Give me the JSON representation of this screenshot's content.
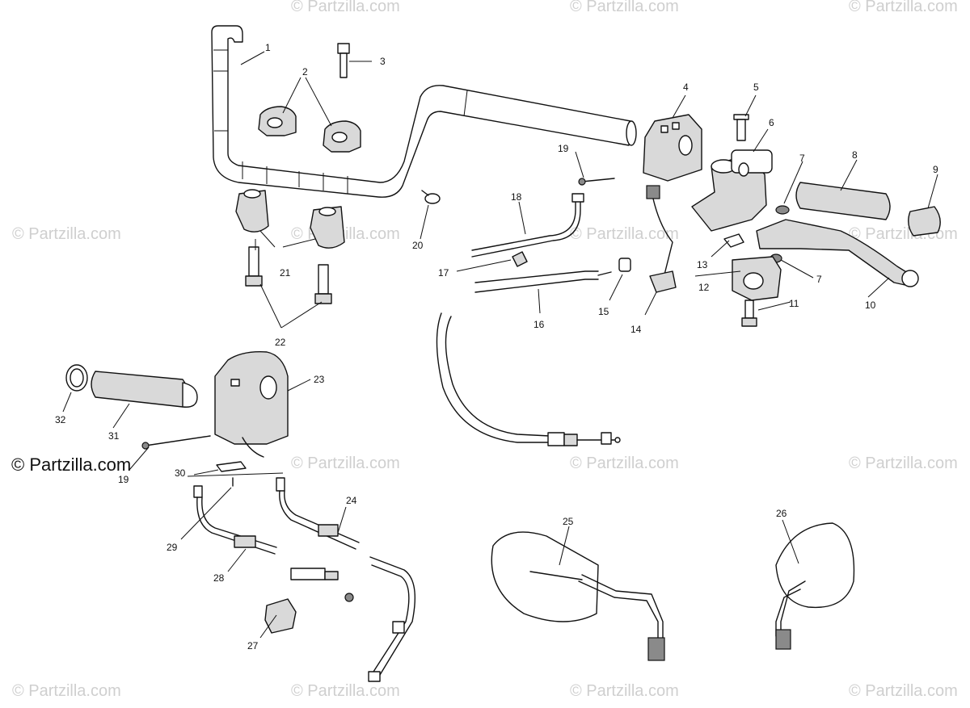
{
  "watermarks": {
    "main": "© Partzilla.com",
    "faint": "© Partzilla.com"
  },
  "colors": {
    "ink": "#111111",
    "shade": "#d9d9d9",
    "watermark": "#cfcfcf"
  },
  "callouts": {
    "c1": "1",
    "c2": "2",
    "c3": "3",
    "c4": "4",
    "c5": "5",
    "c6": "6",
    "c7a": "7",
    "c7b": "7",
    "c8": "8",
    "c9": "9",
    "c10": "10",
    "c11": "11",
    "c12": "12",
    "c13": "13",
    "c14": "14",
    "c15": "15",
    "c16": "16",
    "c17": "17",
    "c18": "18",
    "c19a": "19",
    "c19b": "19",
    "c20": "20",
    "c21": "21",
    "c22": "22",
    "c23": "23",
    "c24": "24",
    "c25": "25",
    "c26": "26",
    "c27": "27",
    "c28": "28",
    "c29": "29",
    "c30": "30",
    "c31": "31",
    "c32": "32"
  }
}
